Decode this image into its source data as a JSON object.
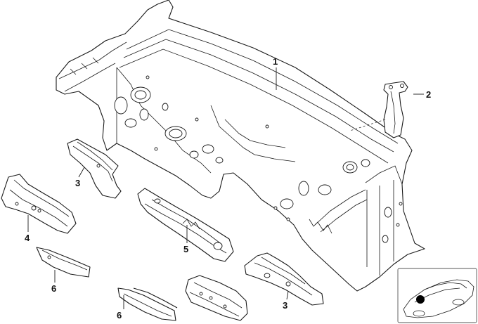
{
  "diagram": {
    "callouts": [
      {
        "id": "c1",
        "label": "1"
      },
      {
        "id": "c2",
        "label": "2"
      },
      {
        "id": "c3a",
        "label": "3"
      },
      {
        "id": "c3b",
        "label": "3"
      },
      {
        "id": "c4",
        "label": "4"
      },
      {
        "id": "c5",
        "label": "5"
      },
      {
        "id": "c6a",
        "label": "6"
      },
      {
        "id": "c6b",
        "label": "6"
      }
    ],
    "parts": [
      {
        "id": "front-bulkhead",
        "callout": "1"
      },
      {
        "id": "bracket-right",
        "callout": "2"
      },
      {
        "id": "support-left-upper",
        "callout": "3"
      },
      {
        "id": "support-right-lower",
        "callout": "3"
      },
      {
        "id": "side-member-left",
        "callout": "4"
      },
      {
        "id": "cross-member-center",
        "callout": "5"
      },
      {
        "id": "plate-left",
        "callout": "6"
      },
      {
        "id": "plate-bottom",
        "callout": "6"
      },
      {
        "id": "lower-panel-bottom",
        "callout": ""
      }
    ],
    "inset": {
      "icon": "car-location-icon",
      "marker_color": "#000000"
    }
  }
}
